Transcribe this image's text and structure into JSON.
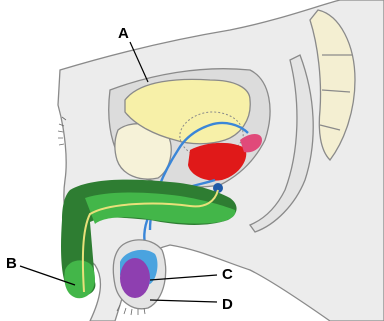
{
  "diagram": {
    "labels": {
      "a": "A",
      "b": "B",
      "c": "C",
      "d": "D"
    }
  },
  "colors": {
    "body_fill": "#ececec",
    "body_outline": "#8a8a8a",
    "cavity_fill": "#dcdcdc",
    "bladder_fill": "#f7f0a8",
    "bone_fill": "#f6f2d8",
    "spine_fill": "#f4efd2",
    "prostate_fill": "#e01919",
    "seminal_vesicle_fill": "#e04a7a",
    "penis_dark_green": "#2e7d32",
    "penis_light_green": "#43b649",
    "duct_blue": "#3a86d8",
    "testis_purple": "#8e3fb0",
    "epididymis_blue": "#4aa3df",
    "urethra_yellow": "#e9e07a"
  },
  "icons": {
    "a_structure": "bladder-shape",
    "b_structure": "penis-shape",
    "c_structure": "testis-shape",
    "d_structure": "scrotum-shape"
  }
}
